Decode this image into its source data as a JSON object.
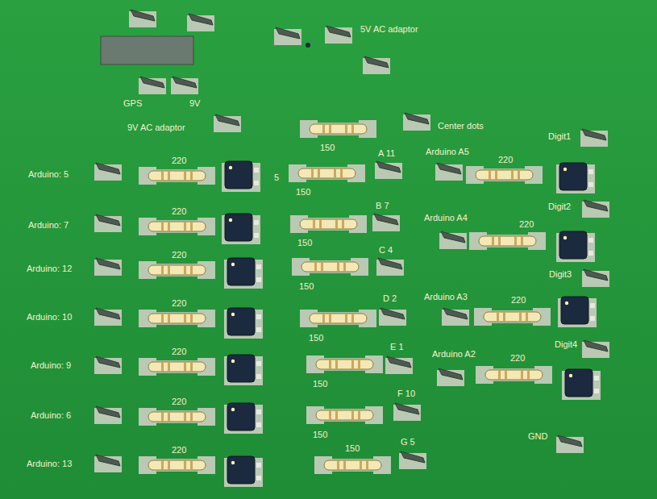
{
  "diagram": {
    "labels": [
      "5V AC adaptor",
      "GPS",
      "9V",
      "9V AC adaptor",
      "150",
      "Center dots",
      "Arduino: 5",
      "220",
      "5",
      "150",
      "A 11",
      "Arduino A5",
      "220",
      "Digit1",
      "Arduino: 7",
      "220",
      "150",
      "B 7",
      "Arduino A4",
      "220",
      "Digit2",
      "Arduino: 12",
      "220",
      "150",
      "C 4",
      "Digit3",
      "Arduino: 10",
      "220",
      "150",
      "D 2",
      "Arduino A3",
      "220",
      "Arduino: 9",
      "220",
      "150",
      "E 1",
      "Arduino A2",
      "220",
      "Digit4",
      "Arduino: 6",
      "220",
      "150",
      "F 10",
      "Arduino: 13",
      "220",
      "150",
      "G 5",
      "GND"
    ]
  }
}
